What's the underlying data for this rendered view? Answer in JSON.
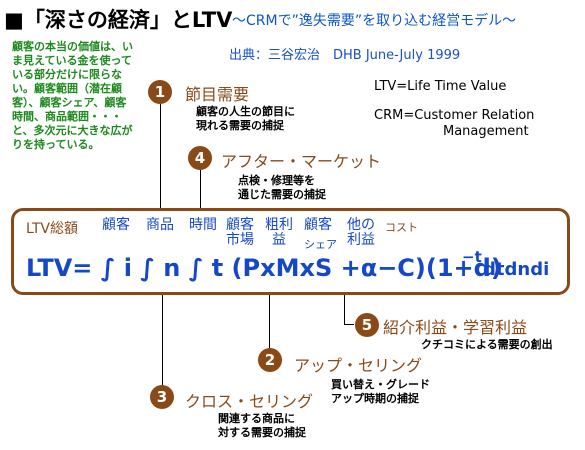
{
  "title": "■「深さの経済」とLTV",
  "subtitle": "～CRMで”逸失需要”を取り込む経営モデル～",
  "side_note": "顧客の本当の価値は、いま見えている金を使っている部分だけに限らない。顧客範囲（潜在顧客）、顧客シェア、顧客時間、商品範囲・・・と、多次元に大きな広がりを持っている。",
  "source": "出典：三谷宏治　DHB June-July 1999",
  "definitions": {
    "ltv": "LTV=Life Time Value",
    "crm_line1": "CRM=Customer Relation",
    "crm_line2": "Management"
  },
  "points": [
    {
      "num": "1",
      "label": "節目需要",
      "desc1": "顧客の人生の節目に",
      "desc2": "現れる需要の捕捉"
    },
    {
      "num": "4",
      "label": "アフター・マーケット",
      "desc1": "点検・修理等を",
      "desc2": "通じた需要の捕捉"
    },
    {
      "num": "5",
      "label": "紹介利益・学習利益",
      "desc1": "クチコミによる需要の創出",
      "desc2": ""
    },
    {
      "num": "2",
      "label": "アップ・セリング",
      "desc1": "買い替え・グレード",
      "desc2": "アップ時期の捕捉"
    },
    {
      "num": "3",
      "label": "クロス・セリング",
      "desc1": "関連する商品に",
      "desc2": "対する需要の捕捉"
    }
  ],
  "formula_labels": {
    "ltv_total": "LTV総額",
    "customer": "顧客",
    "product": "商品",
    "time": "時間",
    "cust_market_1": "顧客",
    "cust_market_2": "市場",
    "gross_profit_1": "粗利",
    "gross_profit_2": "益",
    "cust_share_1": "顧客",
    "cust_share_2": "シェア",
    "other_profit_1": "他の",
    "other_profit_2": "利益",
    "cost": "コスト"
  },
  "formula": {
    "main": "LTV= ∫ i ∫ n ∫ t (PxMxS +α−C)(1+d)",
    "exponent": "−t",
    "tail": "dtdndi"
  },
  "colors": {
    "accent_brown": "#8a4a18",
    "blue": "#1548c8",
    "green": "#1d8a1d"
  }
}
